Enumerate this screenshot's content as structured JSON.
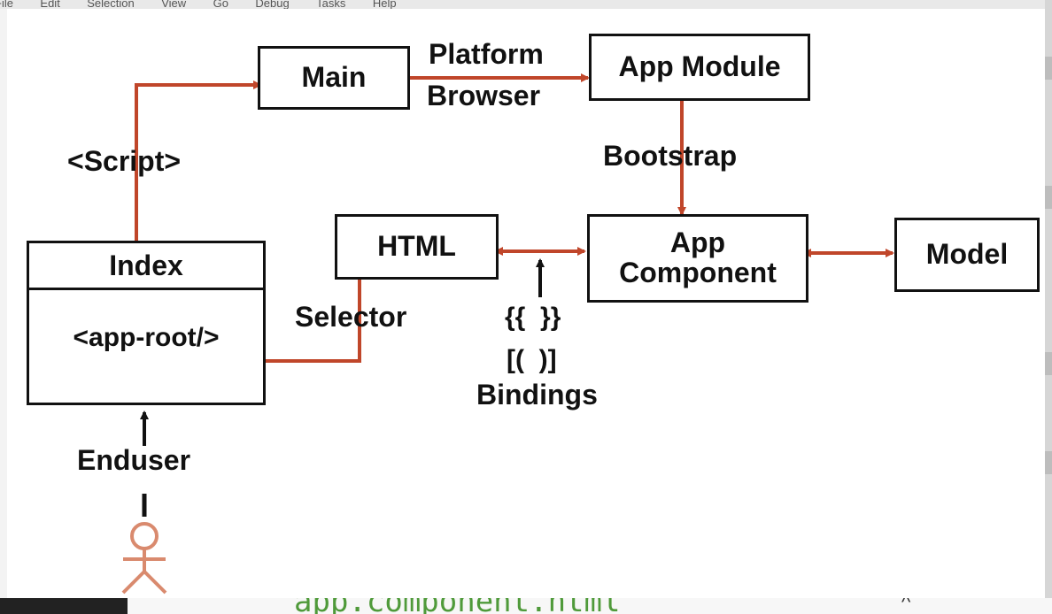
{
  "menubar": {
    "items": [
      "File",
      "Edit",
      "Selection",
      "View",
      "Go",
      "Debug",
      "Tasks",
      "Help"
    ]
  },
  "diagram": {
    "nodes": {
      "main": "Main",
      "app_module": "App Module",
      "html": "HTML",
      "app_component_line1": "App",
      "app_component_line2": "Component",
      "model": "Model",
      "index_title": "Index",
      "index_body": "<app-root/>"
    },
    "edges": {
      "script": "<Script>",
      "platform": "Platform",
      "browser": "Browser",
      "bootstrap": "Bootstrap",
      "selector": "Selector",
      "interp": "{{  }}",
      "binding_syntax": "[(  )]",
      "bindings": "Bindings",
      "enduser": "Enduser"
    },
    "colors": {
      "arrow": "#c0462a",
      "black_arrow": "#111111",
      "person": "#d98a6e"
    }
  },
  "editor": {
    "open_file": "app.component.html"
  }
}
